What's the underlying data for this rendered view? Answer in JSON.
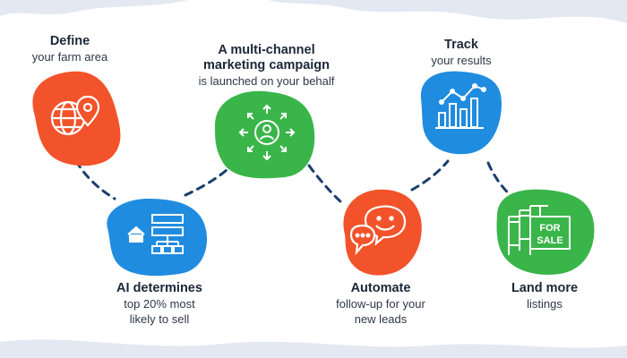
{
  "colors": {
    "navy": "#1c3e6e",
    "orange": "#f2532a",
    "green": "#3ab54a",
    "blue": "#1f8ce0",
    "swoosh": "#e3e8f2"
  },
  "steps": [
    {
      "title": "Define",
      "lines": [
        "your farm area"
      ],
      "icon": "globe-pin-icon",
      "color": "orange"
    },
    {
      "title": "AI determines",
      "lines": [
        "top 20% most",
        "likely to sell"
      ],
      "icon": "house-org-chart-icon",
      "color": "blue"
    },
    {
      "title": "A multi-channel",
      "title2": "marketing campaign",
      "lines": [
        "is launched on your behalf"
      ],
      "icon": "target-arrows-icon",
      "color": "green"
    },
    {
      "title": "Automate",
      "lines": [
        "follow-up for your",
        "new leads"
      ],
      "icon": "chat-bubbles-icon",
      "color": "orange"
    },
    {
      "title": "Track",
      "lines": [
        "your results"
      ],
      "icon": "bar-chart-icon",
      "color": "blue"
    },
    {
      "title": "Land more",
      "lines": [
        "listings"
      ],
      "icon": "for-sale-signs-icon",
      "color": "green",
      "sign_text": [
        "FOR",
        "SALE"
      ]
    }
  ]
}
